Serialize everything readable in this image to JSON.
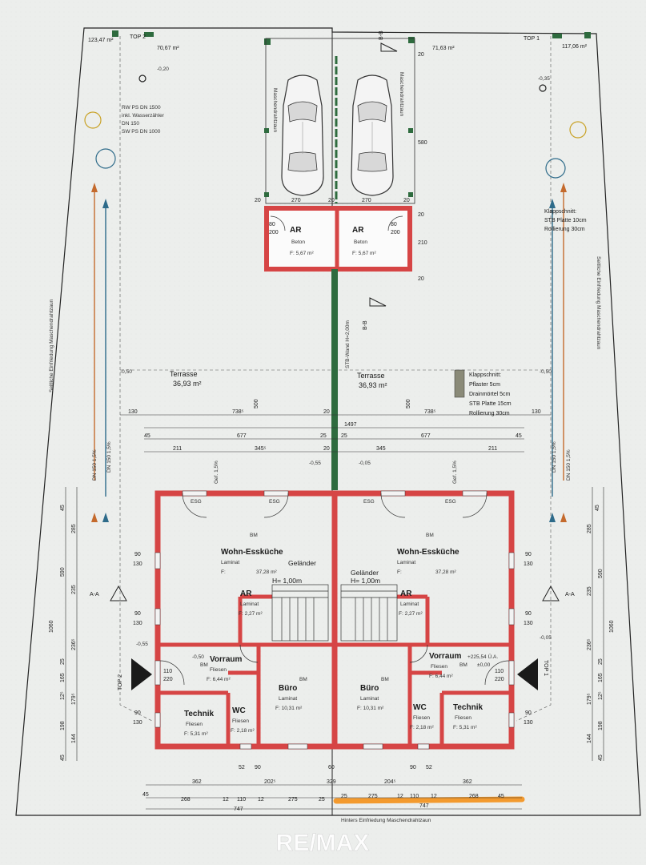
{
  "plots": {
    "left_area": "123,47 m²",
    "right_area": "117,06 m²",
    "left_parking_area": "70,67 m²",
    "right_parking_area": "71,63 m²",
    "top_left": "TOP 2",
    "top_right": "TOP 1"
  },
  "section_marks": {
    "bb_top": "B-B",
    "bb_mid": "B-B",
    "aa_left": "A-A",
    "aa_right": "A-A"
  },
  "fences": {
    "side_left": "Seitliche Einfriedung Maschendrahtzaun",
    "side_right": "Seitliche Einfriedung Maschendrahtzaun",
    "carport_left": "Maschendrahtzaun",
    "carport_right": "Maschendrahtzaun",
    "rear": "Hinters Einfriedung Maschendrahtzaun",
    "middle_wall": "STB-Wand H=2,00m"
  },
  "utility_note": [
    "RW PS DN 1500",
    "inkl. Wasserzähler",
    "DN 150",
    "SW PS DN 1000"
  ],
  "klappschnitt_top": [
    "Klappschnitt:",
    "STB Platte 10cm",
    "Rollierung 30cm"
  ],
  "klappschnitt_terrace": [
    "Klappschnitt:",
    "Pflaster 5cm",
    "Drainmörtel 5cm",
    "STB Platte 15cm",
    "Rollierung 30cm"
  ],
  "storage": [
    {
      "name": "AR",
      "material": "Beton",
      "area": "F: 5,67 m²"
    },
    {
      "name": "AR",
      "material": "Beton",
      "area": "F: 5,67 m²"
    }
  ],
  "terraces": [
    {
      "name": "Terrasse",
      "area": "36,93 m²"
    },
    {
      "name": "Terrasse",
      "area": "36,93 m²"
    }
  ],
  "units": [
    {
      "kitchen": {
        "name": "Wohn-Essküche",
        "floor": "Laminat",
        "area_label": "F:",
        "area": "37,28 m²",
        "railing": "Geländer",
        "railing_h": "H= 1,00m",
        "bm": "BM"
      },
      "ar": {
        "name": "AR",
        "floor": "Laminat",
        "area": "F: 2,27 m²"
      },
      "vorraum": {
        "name": "Vorraum",
        "floor": "Fliesen",
        "area": "F: 6,44 m²",
        "bm": "BM"
      },
      "buero": {
        "name": "Büro",
        "floor": "Laminat",
        "area": "F: 10,31 m²",
        "bm": "BM"
      },
      "technik": {
        "name": "Technik",
        "floor": "Fliesen",
        "area": "F: 5,31 m²"
      },
      "wc": {
        "name": "WC",
        "floor": "Fliesen",
        "area": "F: 2,18 m²"
      },
      "esg": [
        "ESG",
        "ESG"
      ]
    },
    {
      "kitchen": {
        "name": "Wohn-Essküche",
        "floor": "Laminat",
        "area_label": "F:",
        "area": "37,28 m²",
        "railing": "Geländer",
        "railing_h": "H= 1,00m",
        "bm": "BM"
      },
      "ar": {
        "name": "AR",
        "floor": "Laminat",
        "area": "F: 2,27 m²"
      },
      "vorraum": {
        "name": "Vorraum",
        "floor": "Fliesen",
        "area": "F: 6,44 m²",
        "bm": "BM",
        "level": "+225,54 Ü.A.",
        "zero": "±0,00"
      },
      "buero": {
        "name": "Büro",
        "floor": "Laminat",
        "area": "F: 10,31 m²",
        "bm": "BM"
      },
      "technik": {
        "name": "Technik",
        "floor": "Fliesen",
        "area": "F: 5,31 m²"
      },
      "wc": {
        "name": "WC",
        "floor": "Fliesen",
        "area": "F: 2,18 m²"
      },
      "esg": [
        "ESG",
        "ESG"
      ]
    }
  ],
  "levels": {
    "l1": "-0,20",
    "l2": "-0,35",
    "l3": "-0,50",
    "l4": "-0,50",
    "l5": "-0,55",
    "l6": "-0,05",
    "l7": "-0,55",
    "l8": "-0,05",
    "l9": "-0,50"
  },
  "slopes": {
    "g1": "Gef. 1,5%",
    "g2": "Gef. 1,5%",
    "dn1": "DN 150 1,5%",
    "dn2": "DN 150 1,5%",
    "dn3": "DN 150 1,5%",
    "dn4": "DN 150 1,5%"
  },
  "dims": {
    "carport_w": [
      "20",
      "270",
      "20",
      "270",
      "20"
    ],
    "carport_h": [
      "20",
      "580",
      "20",
      "210",
      "20"
    ],
    "ar_door": [
      "80",
      "200"
    ],
    "terrace_row": [
      "130",
      "738⁵",
      "500",
      "20",
      "500",
      "738⁵",
      "130"
    ],
    "total": "1497",
    "row2": [
      "45",
      "677",
      "25",
      "25",
      "677",
      "45"
    ],
    "row3": [
      "211",
      "345⁵",
      "20",
      "345",
      "211"
    ],
    "left_v": [
      "45",
      "285",
      "590",
      "235",
      "1060",
      "236⁵",
      "25",
      "165",
      "12⁵",
      "179⁵",
      "198",
      "144",
      "45"
    ],
    "right_v": [
      "45",
      "285",
      "590",
      "235",
      "1060",
      "236⁵",
      "25",
      "165",
      "12⁵",
      "179⁵",
      "198",
      "144",
      "45"
    ],
    "openings": [
      "90",
      "130",
      "90",
      "130",
      "90",
      "130"
    ],
    "door_small": [
      "110",
      "220"
    ],
    "bottom1": [
      "362",
      "202⁵",
      "329",
      "204⁵",
      "362"
    ],
    "bottom2": [
      "45",
      "268",
      "12",
      "110",
      "12",
      "275",
      "25",
      "25",
      "275",
      "12",
      "110",
      "12",
      "268",
      "45"
    ],
    "bottom3": [
      "747",
      "747"
    ],
    "wc_door": [
      "52",
      "90",
      "60",
      "90",
      "52"
    ]
  },
  "watermark": "RE/MAX"
}
